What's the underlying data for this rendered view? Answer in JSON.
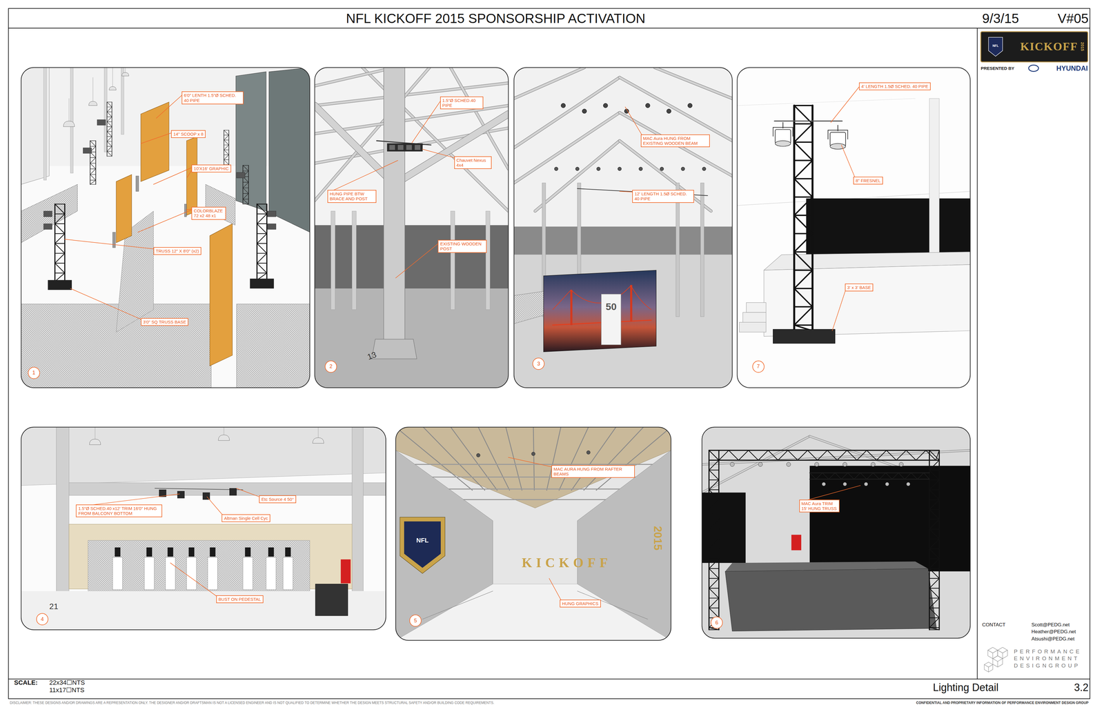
{
  "diagram": {
    "title": "NFL KICKOFF 2015 SPONSORSHIP ACTIVATION",
    "nodes": [
      {
        "text": [
          "6'0\" LENTH 1.5\"Ø SCHED. 40 PIPE"
        ]
      },
      {
        "text": [
          "14\" SCOOP x 8"
        ]
      },
      {
        "text": [
          "10'X16' GRAPHIC"
        ]
      },
      {
        "text": [
          "COLORBLAZE 72 x2 48 x1"
        ]
      },
      {
        "text": [
          "TRUSS 12\" X 8'0\" (x2)"
        ]
      },
      {
        "text": [
          "3'0\" SQ TRUSS BASE"
        ]
      },
      {
        "text": [
          "1"
        ]
      },
      {
        "text": [
          "1.5\"Ø SCHED.40 PIPE"
        ]
      },
      {
        "text": [
          "Chauvet Nexus 4x4"
        ]
      },
      {
        "text": [
          "HUNG PIPE BTW BRACE AND POST"
        ]
      },
      {
        "text": [
          "EXISTING WOODEN POST"
        ]
      },
      {
        "text": [
          "2"
        ]
      },
      {
        "text": [
          "MAC Aura HUNG FROM EXISTING WOODEN BEAM"
        ]
      },
      {
        "text": [
          "12' LENGTH 1.5Ø SCHED. 40 PIPE"
        ]
      },
      {
        "text": [
          "3"
        ]
      },
      {
        "text": [
          "4' LENGTH 1.5Ø SCHED. 40 PIPE"
        ]
      },
      {
        "text": [
          "8\" FRESNEL"
        ]
      },
      {
        "text": [
          "3' x 3' BASE"
        ]
      },
      {
        "text": [
          "7"
        ]
      },
      {
        "text": [
          "1.5\"Ø SCHED.40 x12' TRIM 16'0\" HUNG FROM BALCONY BOTTOM"
        ]
      },
      {
        "text": [
          "Altman Single Cell Cyc"
        ]
      },
      {
        "text": [
          "Etc Source 4 50°"
        ]
      },
      {
        "text": [
          "BUST ON PEDESTAL"
        ]
      },
      {
        "text": [
          "4"
        ]
      },
      {
        "text": [
          "MAC AURA HUNG FROM RAFTER BEAMS"
        ]
      },
      {
        "text": [
          "HUNG GRAPHICS"
        ]
      },
      {
        "text": [
          "5"
        ]
      },
      {
        "text": [
          "MAC Aura TRIM 15' HUNG TRUSS"
        ]
      },
      {
        "text": [
          "6"
        ]
      }
    ],
    "labels": [
      "9/3/15",
      "V#05",
      "KICKOFF",
      "2015",
      "NFL",
      "PRESENTED BY",
      "HYUNDAI",
      "50",
      "13",
      "21",
      "NFL",
      "KICKOFF",
      "2015",
      "CONTACT",
      "Scott@PEDG.net",
      "Heather@PEDG.net",
      "Atsushi@PEDG.net",
      "PERFORMANCE",
      "ENVIRONMENT",
      "DESIGNGROUP",
      "SCALE:",
      "22x34☐NTS",
      "11x17☐NTS",
      "Lighting Detail",
      "3.2",
      "DISCLAIMER: THESE DESIGNS AND/OR DRAWINGS ARE A REPRESENTATION ONLY. THE DESIGNER AND/OR DRAFTSMAN IS NOT A LICENSED ENGINEER AND IS NOT QUALIFIED TO DETERMINE WHETHER THE DESIGN MEETS STRUCTURAL SAFETY AND/OR BUILDING CODE REQUIREMENTS.",
      "CONFIDENTIAL AND PROPRIETARY INFORMATION OF PERFORMANCE ENVIRONMENT DESIGN GROUP"
    ]
  }
}
